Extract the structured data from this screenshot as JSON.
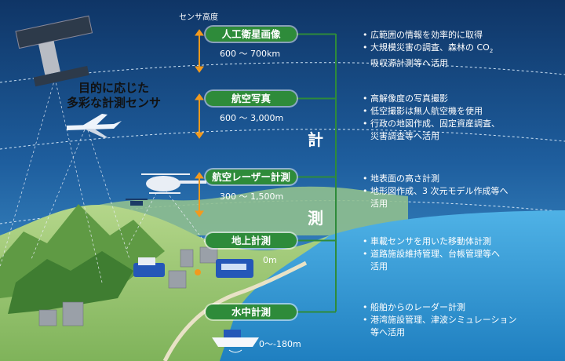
{
  "header": {
    "sensor_height": "センサ高度"
  },
  "caption": {
    "line1": "目的に応じた",
    "line2": "多彩な計測センサ"
  },
  "side_label": {
    "char1": "計",
    "char2": "測"
  },
  "colors": {
    "sky_top": "#103a73",
    "sky_bottom": "#3f9ad8",
    "sea": "#2a95d3",
    "label_green": "#2e8b3a",
    "arrow_orange": "#f29a1e",
    "bracket": "#2e8b3a"
  },
  "levels": [
    {
      "label": "人工衛星画像",
      "range": "600 ～ 700km",
      "lines": [
        {
          "b": true,
          "t": "広範囲の情報を効率的に取得"
        },
        {
          "b": true,
          "t": "大規模災害の調査、森林の CO",
          "sub": "2"
        },
        {
          "b": false,
          "t": "吸収源計測等へ活用"
        }
      ]
    },
    {
      "label": "航空写真",
      "range": "600 ～ 3,000m",
      "lines": [
        {
          "b": true,
          "t": "高解像度の写真撮影"
        },
        {
          "b": true,
          "t": "低空撮影は無人航空機を使用"
        },
        {
          "b": true,
          "t": "行政の地図作成、固定資産調査、"
        },
        {
          "b": false,
          "t": "災害調査等へ活用"
        }
      ]
    },
    {
      "label": "航空レーザー計測",
      "range": "300 ～ 1,500m",
      "lines": [
        {
          "b": true,
          "t": "地表面の高さ計測"
        },
        {
          "b": true,
          "t": "地形図作成、3 次元モデル作成等へ"
        },
        {
          "b": false,
          "t": "活用"
        }
      ]
    },
    {
      "label": "地上計測",
      "range": "0m",
      "lines": [
        {
          "b": true,
          "t": "車載センサを用いた移動体計測"
        },
        {
          "b": true,
          "t": "道路施設維持管理、台帳管理等へ"
        },
        {
          "b": false,
          "t": "活用"
        }
      ]
    },
    {
      "label": "水中計測",
      "range": "0～-180m",
      "lines": [
        {
          "b": true,
          "t": "船舶からのレーダー計測"
        },
        {
          "b": true,
          "t": "港湾施設管理、津波シミュレーション"
        },
        {
          "b": false,
          "t": "等へ活用"
        }
      ]
    }
  ]
}
